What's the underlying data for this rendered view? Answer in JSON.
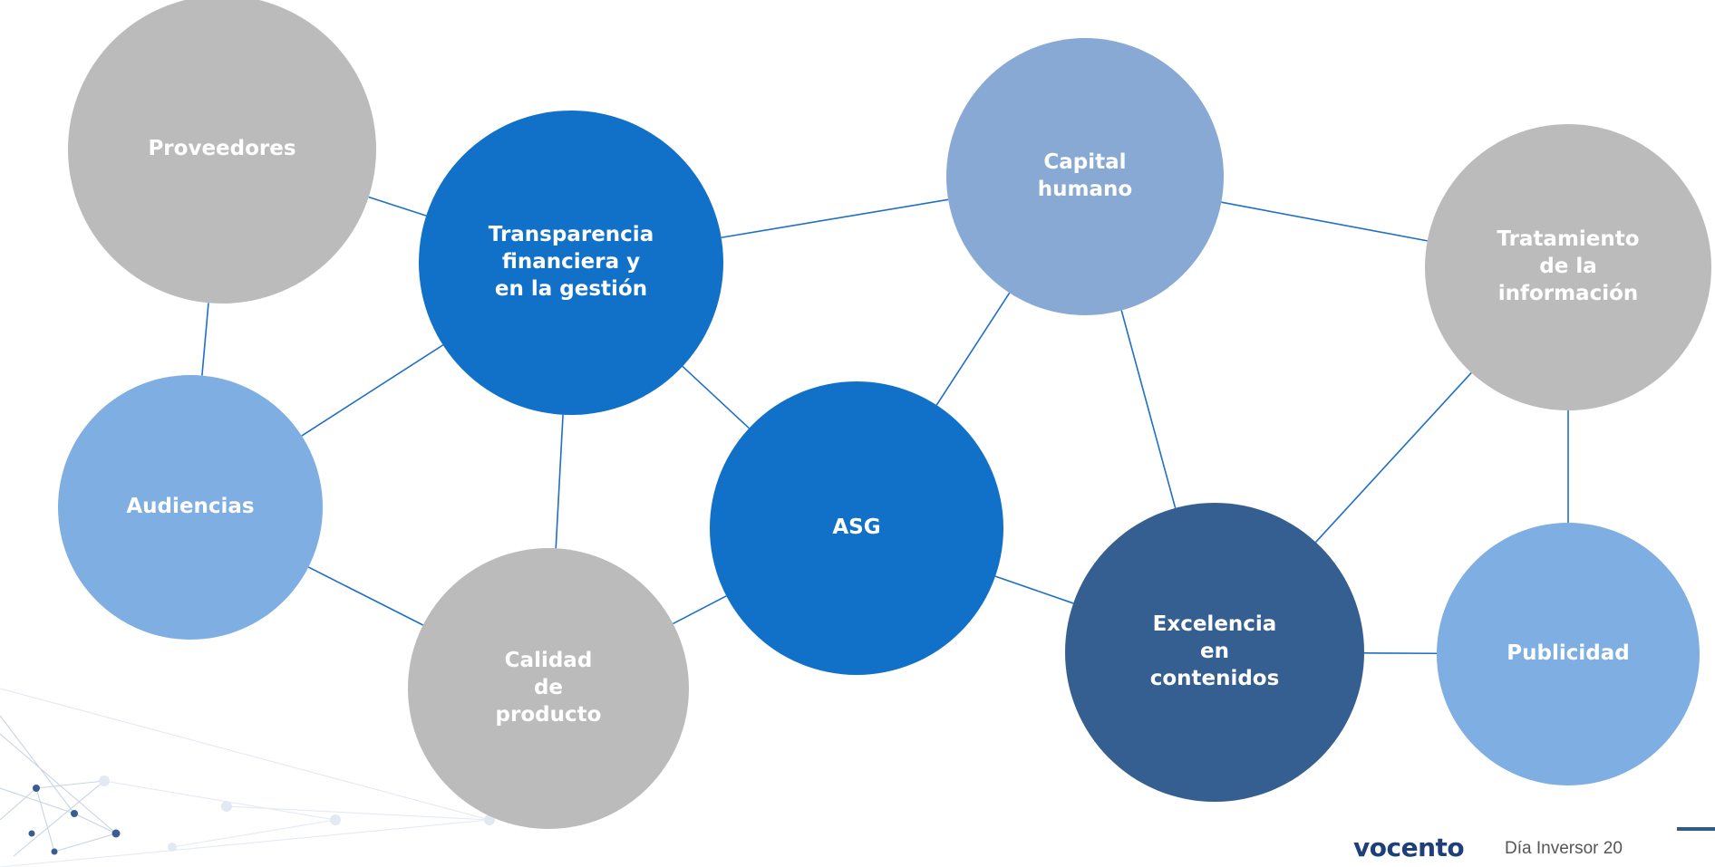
{
  "nodes": [
    {
      "id": "proveedores",
      "label": "Proveedores",
      "color": "#bbbbbb"
    },
    {
      "id": "transparencia",
      "label": "Transparencia\nfinanciera y\nen la gestión",
      "color": "#1170c8"
    },
    {
      "id": "capital-humano",
      "label": "Capital\nhumano",
      "color": "#88a9d4"
    },
    {
      "id": "tratamiento",
      "label": "Tratamiento\nde la\ninformación",
      "color": "#bbbbbb"
    },
    {
      "id": "audiencias",
      "label": "Audiencias",
      "color": "#7eaee2"
    },
    {
      "id": "asg",
      "label": "ASG",
      "color": "#1170c8"
    },
    {
      "id": "calidad",
      "label": "Calidad\nde\nproducto",
      "color": "#bbbbbb"
    },
    {
      "id": "excelencia",
      "label": "Excelencia\nen\ncontenidos",
      "color": "#365f91"
    },
    {
      "id": "publicidad",
      "label": "Publicidad",
      "color": "#7eaee2"
    }
  ],
  "edges": [
    [
      "proveedores",
      "transparencia"
    ],
    [
      "proveedores",
      "audiencias"
    ],
    [
      "transparencia",
      "capital-humano"
    ],
    [
      "transparencia",
      "audiencias"
    ],
    [
      "transparencia",
      "asg"
    ],
    [
      "transparencia",
      "calidad"
    ],
    [
      "capital-humano",
      "tratamiento"
    ],
    [
      "capital-humano",
      "asg"
    ],
    [
      "capital-humano",
      "excelencia"
    ],
    [
      "audiencias",
      "calidad"
    ],
    [
      "calidad",
      "asg"
    ],
    [
      "asg",
      "excelencia"
    ],
    [
      "excelencia",
      "tratamiento"
    ],
    [
      "excelencia",
      "publicidad"
    ],
    [
      "tratamiento",
      "publicidad"
    ]
  ],
  "footer": {
    "logo": "vocento",
    "caption": "Día Inversor 20",
    "accent_color": "#2f5a8f"
  }
}
